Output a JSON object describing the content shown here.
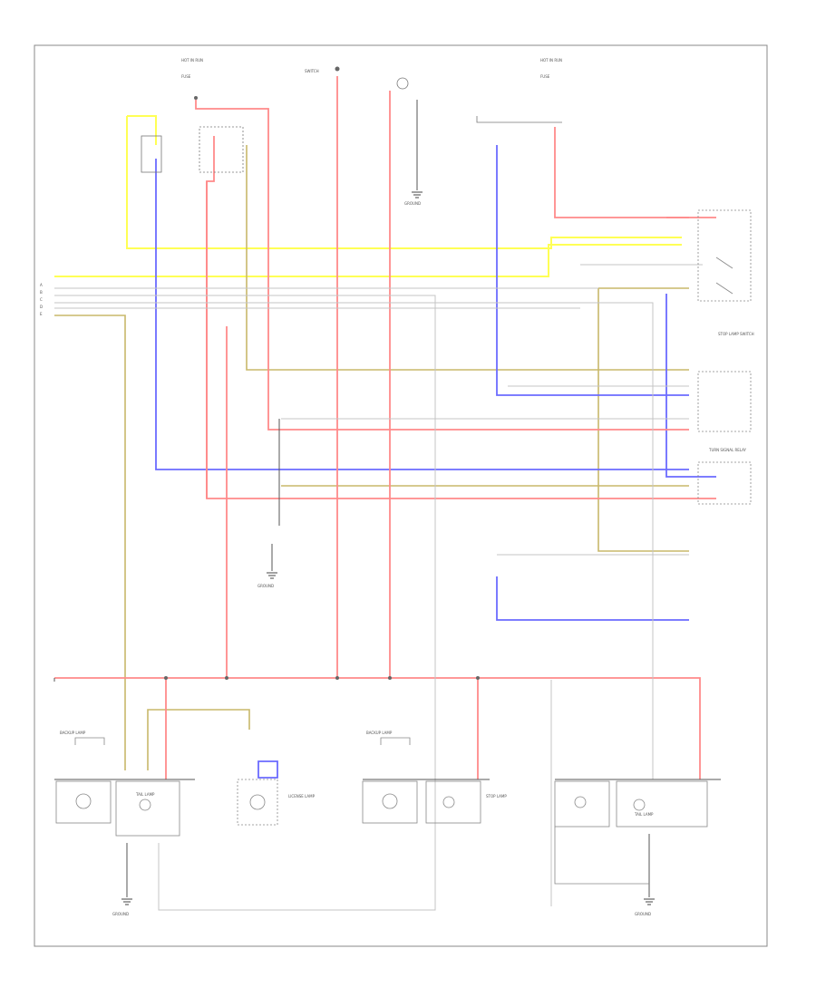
{
  "figure_id": "",
  "labels": {
    "hot_run_top_left": "HOT IN RUN",
    "hot_run_top_right": "HOT IN RUN",
    "fuse_left": "FUSE",
    "fuse_right": "FUSE",
    "switch_top": "SWITCH",
    "ground_top": "GROUND",
    "ground_bottom_left": "GROUND",
    "ground_bottom_right": "GROUND",
    "ground_mid": "GROUND",
    "backup_lamp_left": "BACKUP LAMP",
    "backup_lamp_right": "BACKUP LAMP",
    "license_lamp": "LICENSE LAMP",
    "stop_lamp_switch": "STOP LAMP SWITCH",
    "turn_signal_relay": "TURN SIGNAL RELAY",
    "tail_lamp_left": "TAIL LAMP",
    "tail_lamp_right": "TAIL LAMP",
    "stop_lamp": "STOP LAMP",
    "connector_a": "A",
    "connector_b": "B",
    "connector_c": "C",
    "connector_d": "D",
    "connector_e": "E"
  },
  "wire_colors": {
    "red": "#ff8a8a",
    "yellow": "#ffff55",
    "blue": "#6b6bff",
    "tan": "#c8b86a",
    "gray": "#bdbdbd",
    "black": "#444444",
    "frame": "#777777"
  }
}
